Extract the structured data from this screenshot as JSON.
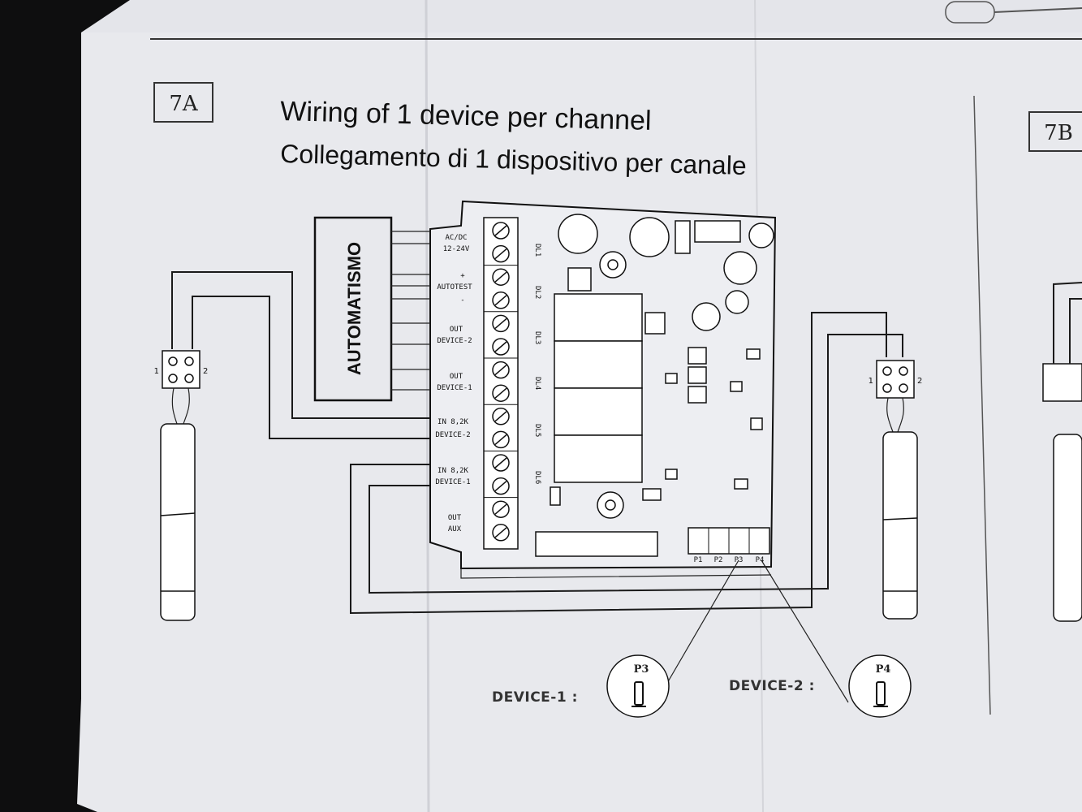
{
  "section": {
    "id_a": "7A",
    "id_b": "7B",
    "title_en": "Wiring of 1 device per channel",
    "title_it": "Collegamento di 1 dispositivo per canale"
  },
  "automatismo": {
    "label": "AUTOMATISMO"
  },
  "terminals": [
    {
      "line1": "AC/DC",
      "line2": "12-24V"
    },
    {
      "line1": "+",
      "line2": "AUTOTEST",
      "line3": "-"
    },
    {
      "line1": "OUT",
      "line2": "DEVICE-2"
    },
    {
      "line1": "OUT",
      "line2": "DEVICE-1"
    },
    {
      "line1": "IN 8,2K",
      "line2": "DEVICE-2"
    },
    {
      "line1": "IN 8,2K",
      "line2": "DEVICE-1"
    },
    {
      "line1": "OUT",
      "line2": "AUX"
    }
  ],
  "leds": [
    "DL1",
    "DL2",
    "DL3",
    "DL4",
    "DL5",
    "DL6"
  ],
  "jumpers": [
    "P1",
    "P2",
    "P3",
    "P4"
  ],
  "device_terminals": {
    "left": "1",
    "right": "2"
  },
  "device1": {
    "label": "DEVICE-1 :",
    "jumper": "P3"
  },
  "device2": {
    "label": "DEVICE-2 :",
    "jumper": "P4"
  },
  "colors": {
    "paper": "#e9eaee",
    "ink": "#1a1a1a",
    "background": "#0e0e0f"
  }
}
